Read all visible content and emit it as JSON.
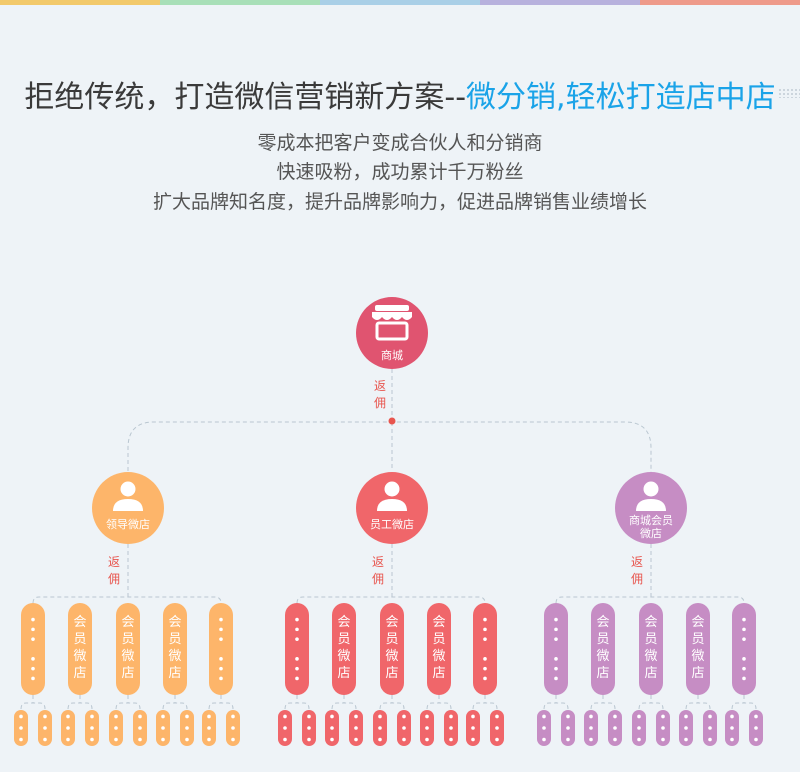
{
  "colors": {
    "topbar": [
      "#f2c96b",
      "#a8dfb8",
      "#a9cfe7",
      "#b7b1dd",
      "#ee9a8a"
    ],
    "hub": "#e05470",
    "note": "#e8554e",
    "highlight": "#1aa3e8",
    "dash": "#b9c6d0",
    "orange": "#fdb56a",
    "red": "#f0666a",
    "purple": "#c68dc4"
  },
  "headline": {
    "main": "拒绝传统，打造微信营销新方案--",
    "highlight": "微分销,轻松打造店中店"
  },
  "sublines": [
    "零成本把客户变成合伙人和分销商",
    "快速吸粉，成功累计千万粉丝",
    "扩大品牌知名度，提升品牌影响力，促进品牌销售业绩增长"
  ],
  "diagram": {
    "hub": {
      "label": "商城",
      "icon": "storefront-icon"
    },
    "rebate_label": "返佣",
    "branches": [
      {
        "label": "领导微店",
        "icon": "user-icon",
        "color_key": "orange",
        "pills": [
          {
            "type": "dots"
          },
          {
            "type": "text",
            "label": "会员微店"
          },
          {
            "type": "text",
            "label": "会员微店"
          },
          {
            "type": "text",
            "label": "会员微店"
          },
          {
            "type": "dots"
          }
        ]
      },
      {
        "label": "员工微店",
        "icon": "user-icon",
        "color_key": "red",
        "pills": [
          {
            "type": "dots"
          },
          {
            "type": "text",
            "label": "会员微店"
          },
          {
            "type": "text",
            "label": "会员微店"
          },
          {
            "type": "text",
            "label": "会员微店"
          },
          {
            "type": "dots"
          }
        ]
      },
      {
        "label": "商城会员微店",
        "icon": "user-icon",
        "color_key": "purple",
        "pills": [
          {
            "type": "dots"
          },
          {
            "type": "text",
            "label": "会员微店"
          },
          {
            "type": "text",
            "label": "会员微店"
          },
          {
            "type": "text",
            "label": "会员微店"
          },
          {
            "type": "dots"
          }
        ]
      }
    ]
  }
}
